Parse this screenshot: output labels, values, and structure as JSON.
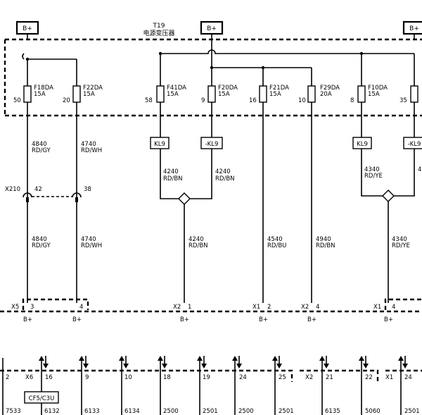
{
  "top_labels": {
    "module_id": "T19",
    "module_name": "电源变压器"
  },
  "battery_tabs": [
    "B+",
    "B+",
    "B+"
  ],
  "fuses": [
    {
      "name": "F18DA",
      "rating": "15A",
      "pin": "50"
    },
    {
      "name": "F22DA",
      "rating": "15A",
      "pin": "20"
    },
    {
      "name": "F41DA",
      "rating": "15A",
      "pin": "58"
    },
    {
      "name": "F20DA",
      "rating": "15A",
      "pin": "9"
    },
    {
      "name": "F21DA",
      "rating": "15A",
      "pin": "16"
    },
    {
      "name": "F29DA",
      "rating": "20A",
      "pin": "10"
    },
    {
      "name": "F10DA",
      "rating": "15A",
      "pin": "8"
    },
    {
      "name": "",
      "rating": "",
      "pin": "35"
    }
  ],
  "relay_boxes": [
    "KL9",
    "-KL9",
    "KL9",
    "-KL9"
  ],
  "upper_wires": [
    {
      "circuit": "4840",
      "color": "RD/GY"
    },
    {
      "circuit": "4740",
      "color": "RD/WH"
    },
    {
      "circuit": "4240",
      "color": "RD/BN"
    },
    {
      "circuit": "4240",
      "color": "RD/BN"
    },
    {
      "circuit": "4340",
      "color": "RD/YE"
    },
    {
      "circuit": "4",
      "color": ""
    }
  ],
  "connector_x210": {
    "name": "X210",
    "pin_a": "42",
    "pin_b": "38"
  },
  "lower_wires": [
    {
      "circuit": "4840",
      "color": "RD/GY"
    },
    {
      "circuit": "4740",
      "color": "RD/WH"
    },
    {
      "circuit": "4240",
      "color": "RD/BN"
    },
    {
      "circuit": "4540",
      "color": "RD/BU"
    },
    {
      "circuit": "4940",
      "color": "RD/BN"
    },
    {
      "circuit": "4340",
      "color": "RD/YE"
    }
  ],
  "bottom_connectors": [
    {
      "name": "X5",
      "pin": "3"
    },
    {
      "name": "",
      "pin": "4"
    },
    {
      "name": "X2",
      "pin": "1"
    },
    {
      "name": "X1",
      "pin": "2"
    },
    {
      "name": "X2",
      "pin": "4"
    },
    {
      "name": "X1",
      "pin": "4"
    }
  ],
  "bus_labels": [
    "B+",
    "B+",
    "B+",
    "B+",
    "B+",
    "B+"
  ],
  "lower_connectors": [
    "X6",
    "X2",
    "X1"
  ],
  "lower_pins": [
    "2",
    "16",
    "9",
    "10",
    "18",
    "19",
    "24",
    "25",
    "21",
    "22",
    "24"
  ],
  "module_box": "CF5/C3U",
  "bottom_circuits": [
    "7533",
    "6132",
    "6133",
    "6134",
    "2500",
    "2501",
    "2500",
    "2501",
    "6135",
    "5060",
    "2501"
  ]
}
